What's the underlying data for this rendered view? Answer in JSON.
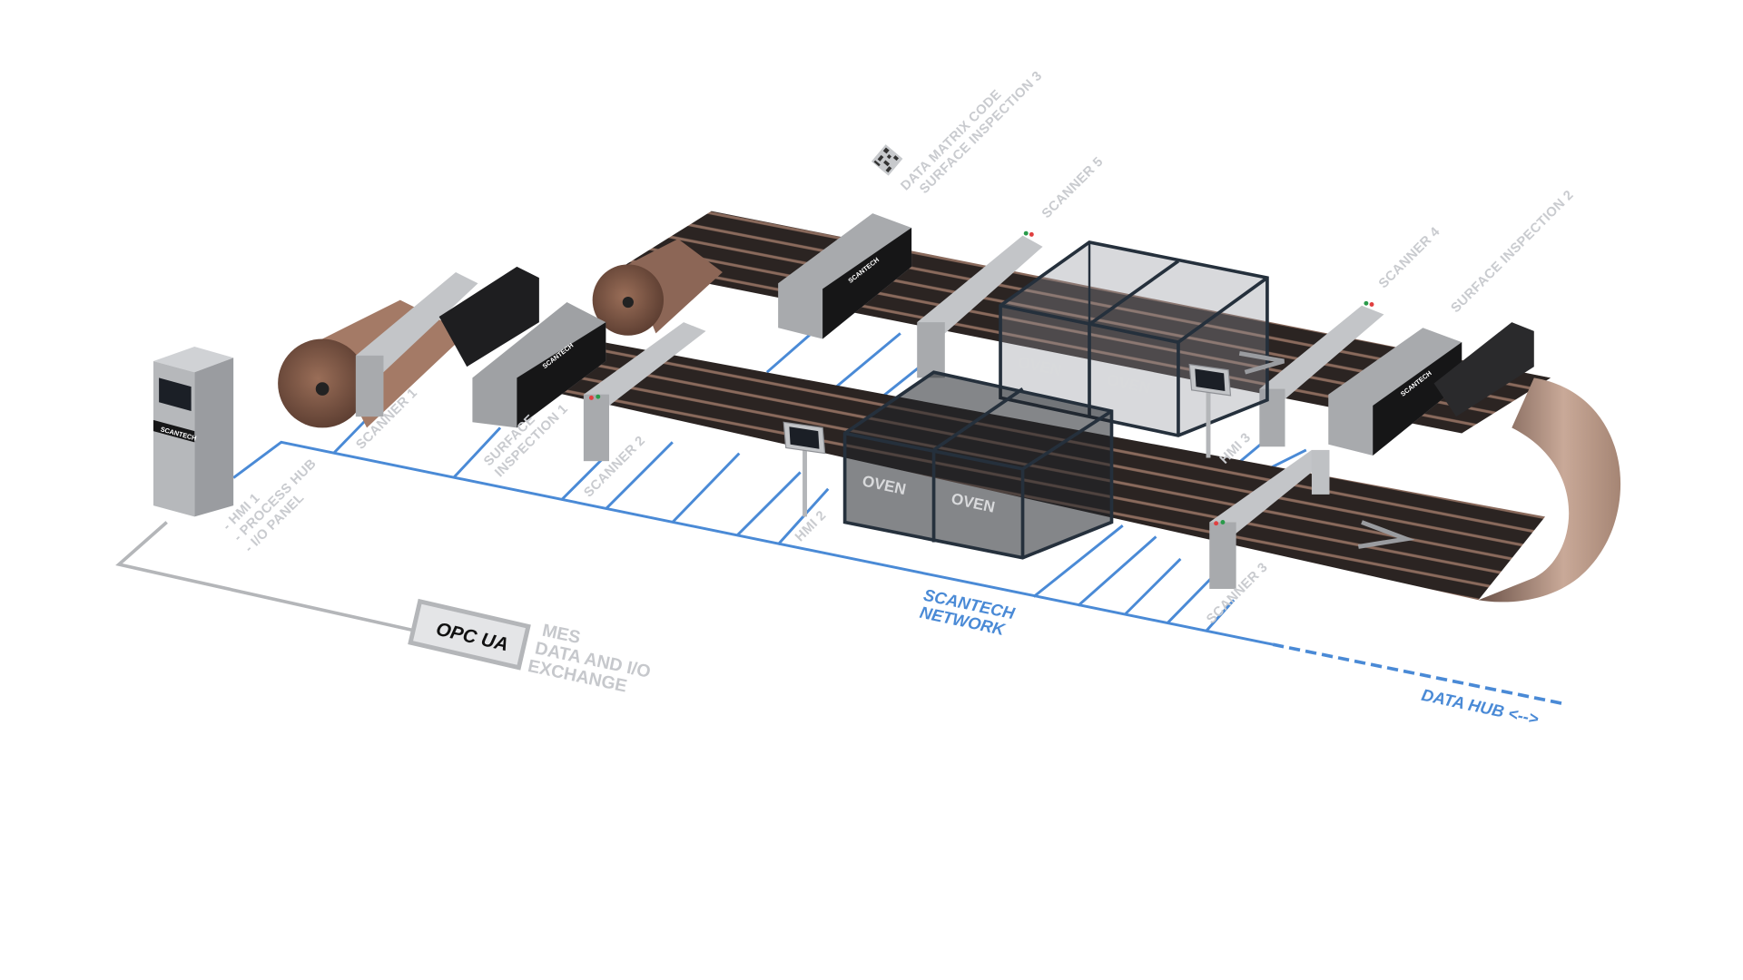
{
  "labels": {
    "data_matrix": [
      "DATA MATRIX CODE",
      "SURFACE INSPECTION 3"
    ],
    "scanner_5": "SCANNER 5",
    "scanner_4": "SCANNER 4",
    "surface_inspection_2": "SURFACE INSPECTION 2",
    "scanner_1": "SCANNER 1",
    "surface_inspection_1": [
      "SURFACE",
      "INSPECTION 1"
    ],
    "scanner_2": "SCANNER 2",
    "hmi_2": "HMI 2",
    "hmi_3": "HMI 3",
    "scanner_3": "SCANNER 3",
    "process_hub": [
      "- HMI 1",
      "- PROCESS HUB",
      "- I/O PANEL"
    ],
    "oven": "OVEN"
  },
  "network": {
    "name": [
      "SCANTECH",
      "NETWORK"
    ],
    "data_hub": "DATA HUB <-->",
    "mes": [
      "MES",
      "DATA AND I/O",
      "EXCHANGE"
    ],
    "opc_logo": "OPC UA"
  },
  "brand": "SCANTECH",
  "colors": {
    "network": "#4a8ad6",
    "label": "#c9cbcf",
    "belt": "#2e2624",
    "copper": "#a9826f",
    "machine_gray": "#b4b6b9"
  }
}
